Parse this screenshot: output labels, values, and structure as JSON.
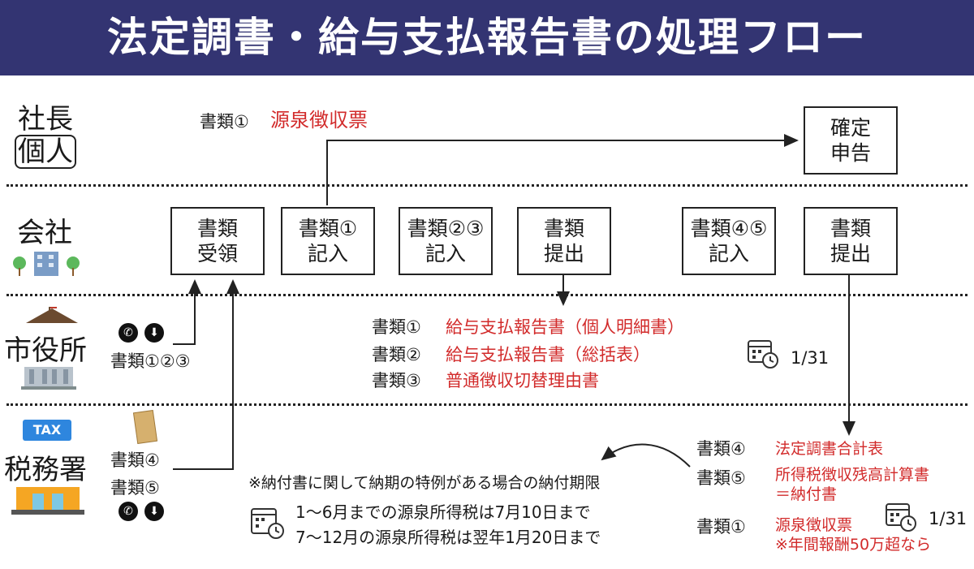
{
  "title": "法定調書・給与支払報告書の処理フロー",
  "lanes": {
    "owner": [
      "社長",
      "個人"
    ],
    "company": "会社",
    "city": "市役所",
    "tax": "税務署",
    "tax_badge": "TAX"
  },
  "boxes": {
    "final_return": [
      "確定",
      "申告"
    ],
    "receive": [
      "書類",
      "受領"
    ],
    "fill1": [
      "書類①",
      "記入"
    ],
    "fill23": [
      "書類②③",
      "記入"
    ],
    "submit1": [
      "書類",
      "提出"
    ],
    "fill45": [
      "書類④⑤",
      "記入"
    ],
    "submit2": [
      "書類",
      "提出"
    ]
  },
  "owner_doc": {
    "label": "書類①",
    "name": "源泉徴収票"
  },
  "city_left": {
    "docs": "書類①②③"
  },
  "tax_left": {
    "doc4": "書類④",
    "doc5": "書類⑤"
  },
  "city_docs": [
    {
      "label": "書類①",
      "name": "給与支払報告書（個人明細書）"
    },
    {
      "label": "書類②",
      "name": "給与支払報告書（総括表）"
    },
    {
      "label": "書類③",
      "name": "普通徴収切替理由書"
    }
  ],
  "city_deadline": "1/31",
  "tax_docs": {
    "doc4_label": "書類④",
    "doc4_name": "法定調書合計表",
    "doc5_label": "書類⑤",
    "doc5_name": "所得税徴収残高計算書",
    "doc5_sub": "＝納付書",
    "doc1_label": "書類①",
    "doc1_name": "源泉徴収票",
    "doc1_note": "※年間報酬50万超なら",
    "deadline": "1/31"
  },
  "payment_note": {
    "heading": "※納付書に関して納期の特例がある場合の納付期限",
    "line1": "1〜6月までの源泉所得税は7月10日まで",
    "line2": "7〜12月の源泉所得税は翌年1月20日まで"
  },
  "icons": {
    "phone": "phone-icon",
    "download": "download-icon",
    "calendar": "calendar-clock-icon",
    "envelope": "envelope-icon",
    "accent_red": "#d22b2b",
    "header_bg": "#333472"
  }
}
